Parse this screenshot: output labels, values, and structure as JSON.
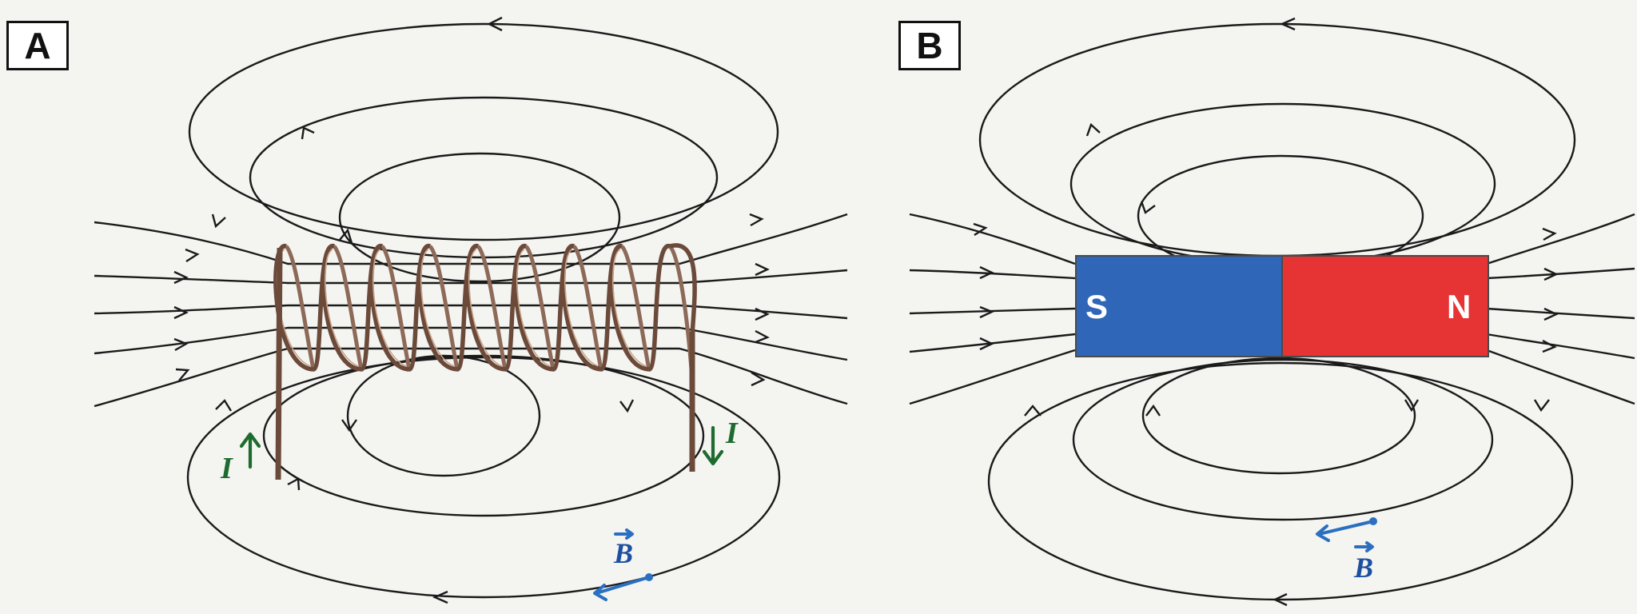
{
  "panels": {
    "a": {
      "label": "A"
    },
    "b": {
      "label": "B"
    }
  },
  "solenoid": {
    "current_symbol": "I",
    "field_symbol": "B"
  },
  "magnet": {
    "south_label": "S",
    "north_label": "N",
    "field_symbol": "B"
  },
  "colors": {
    "south_pole": "#2f66b8",
    "north_pole": "#e63333",
    "current_arrow": "#1d6b2f",
    "field_vector": "#2a6fc0",
    "coil": "#6b4a3a",
    "field_lines": "#1a1a1a"
  }
}
